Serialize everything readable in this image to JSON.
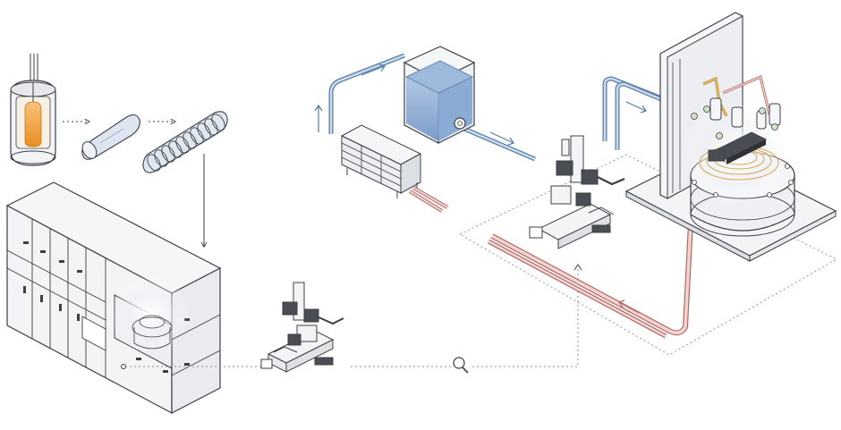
{
  "diagram": {
    "colors": {
      "outline": "#3c3f45",
      "blue_line": "#5a7ca3",
      "blue_light": "#c9dcef",
      "coolant_water": "#7fa3cf",
      "red_line": "#b56a66",
      "red_light": "#f0d6d3",
      "orange_crystal": "#f0a13c",
      "panel_gray": "#f3f4f6",
      "dark_component": "#4a4d53",
      "dotted": "#8b8f96",
      "dotted_blue": "#7a9cc8",
      "glow": "#ffffff"
    },
    "stages": [
      {
        "id": "crystal-growth-vessel",
        "icon": "cylinder-vessel-icon"
      },
      {
        "id": "silicon-ingot",
        "icon": "ingot-icon"
      },
      {
        "id": "sliced-wafers",
        "icon": "wafer-stack-icon"
      },
      {
        "id": "fab-tool-cabinet",
        "icon": "tool-cabinet-icon"
      },
      {
        "id": "gas-manifold-module",
        "icon": "valve-manifold-icon"
      },
      {
        "id": "chiller-unit",
        "icon": "chiller-icon"
      },
      {
        "id": "coolant-reservoir",
        "icon": "reservoir-tank-icon"
      },
      {
        "id": "process-chamber",
        "icon": "process-chamber-icon"
      }
    ],
    "magnifier": {
      "icon": "magnifier-icon"
    }
  }
}
